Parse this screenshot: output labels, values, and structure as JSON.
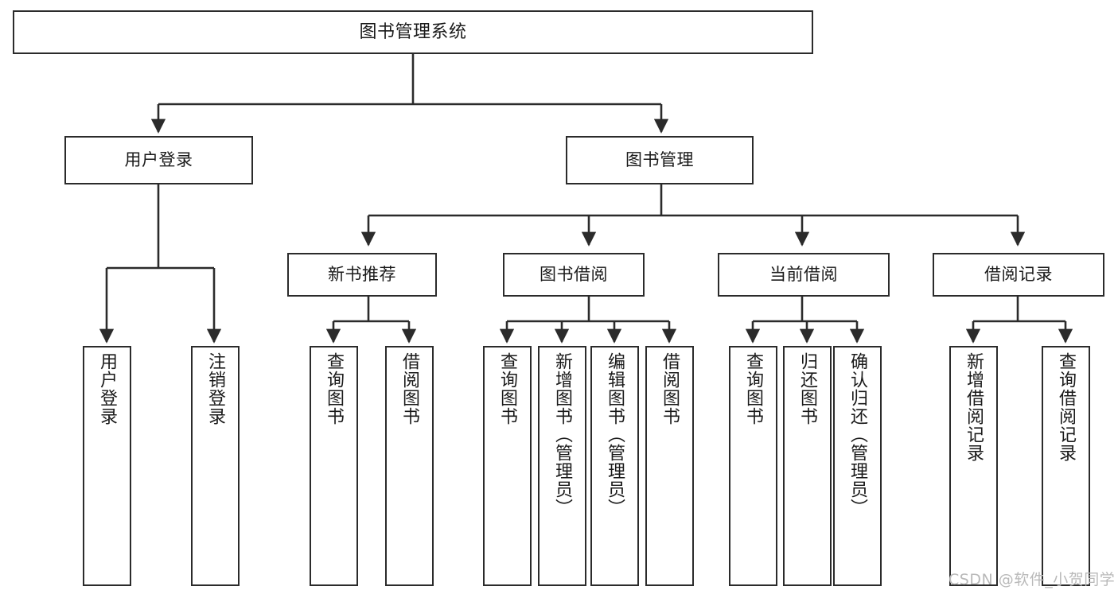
{
  "diagram": {
    "type": "tree",
    "title": "图书管理系统",
    "watermark": "CSDN @软件_小贺同学",
    "colors": {
      "box_border": "#2b2b2b",
      "box_fill": "#ffffff",
      "edge": "#2b2b2b",
      "text": "#1a1a1a",
      "watermark": "#b9b9b9",
      "background": "#ffffff"
    },
    "nodes": {
      "root": {
        "label": "图书管理系统"
      },
      "level1": [
        {
          "id": "user-login",
          "label": "用户登录"
        },
        {
          "id": "book-management",
          "label": "图书管理"
        }
      ],
      "level2": [
        {
          "id": "new-book-recommend",
          "label": "新书推荐"
        },
        {
          "id": "book-borrow",
          "label": "图书借阅"
        },
        {
          "id": "current-borrow",
          "label": "当前借阅"
        },
        {
          "id": "borrow-record",
          "label": "借阅记录"
        }
      ],
      "leaves": {
        "user-login": [
          {
            "id": "leaf-user-login",
            "label": "用户登录"
          },
          {
            "id": "leaf-logout-login",
            "label": "注销登录"
          }
        ],
        "new-book-recommend": [
          {
            "id": "leaf-query-book-1",
            "label": "查询图书"
          },
          {
            "id": "leaf-borrow-book-1",
            "label": "借阅图书"
          }
        ],
        "book-borrow": [
          {
            "id": "leaf-query-book-2",
            "label": "查询图书"
          },
          {
            "id": "leaf-add-book",
            "label": "新增图书（管理员）"
          },
          {
            "id": "leaf-edit-book",
            "label": "编辑图书（管理员）"
          },
          {
            "id": "leaf-borrow-book-2",
            "label": "借阅图书"
          }
        ],
        "current-borrow": [
          {
            "id": "leaf-query-book-3",
            "label": "查询图书"
          },
          {
            "id": "leaf-return-book",
            "label": "归还图书"
          },
          {
            "id": "leaf-confirm-return",
            "label": "确认归还（管理员）"
          }
        ],
        "borrow-record": [
          {
            "id": "leaf-add-record",
            "label": "新增借阅记录"
          },
          {
            "id": "leaf-query-record",
            "label": "查询借阅记录"
          }
        ]
      }
    }
  }
}
